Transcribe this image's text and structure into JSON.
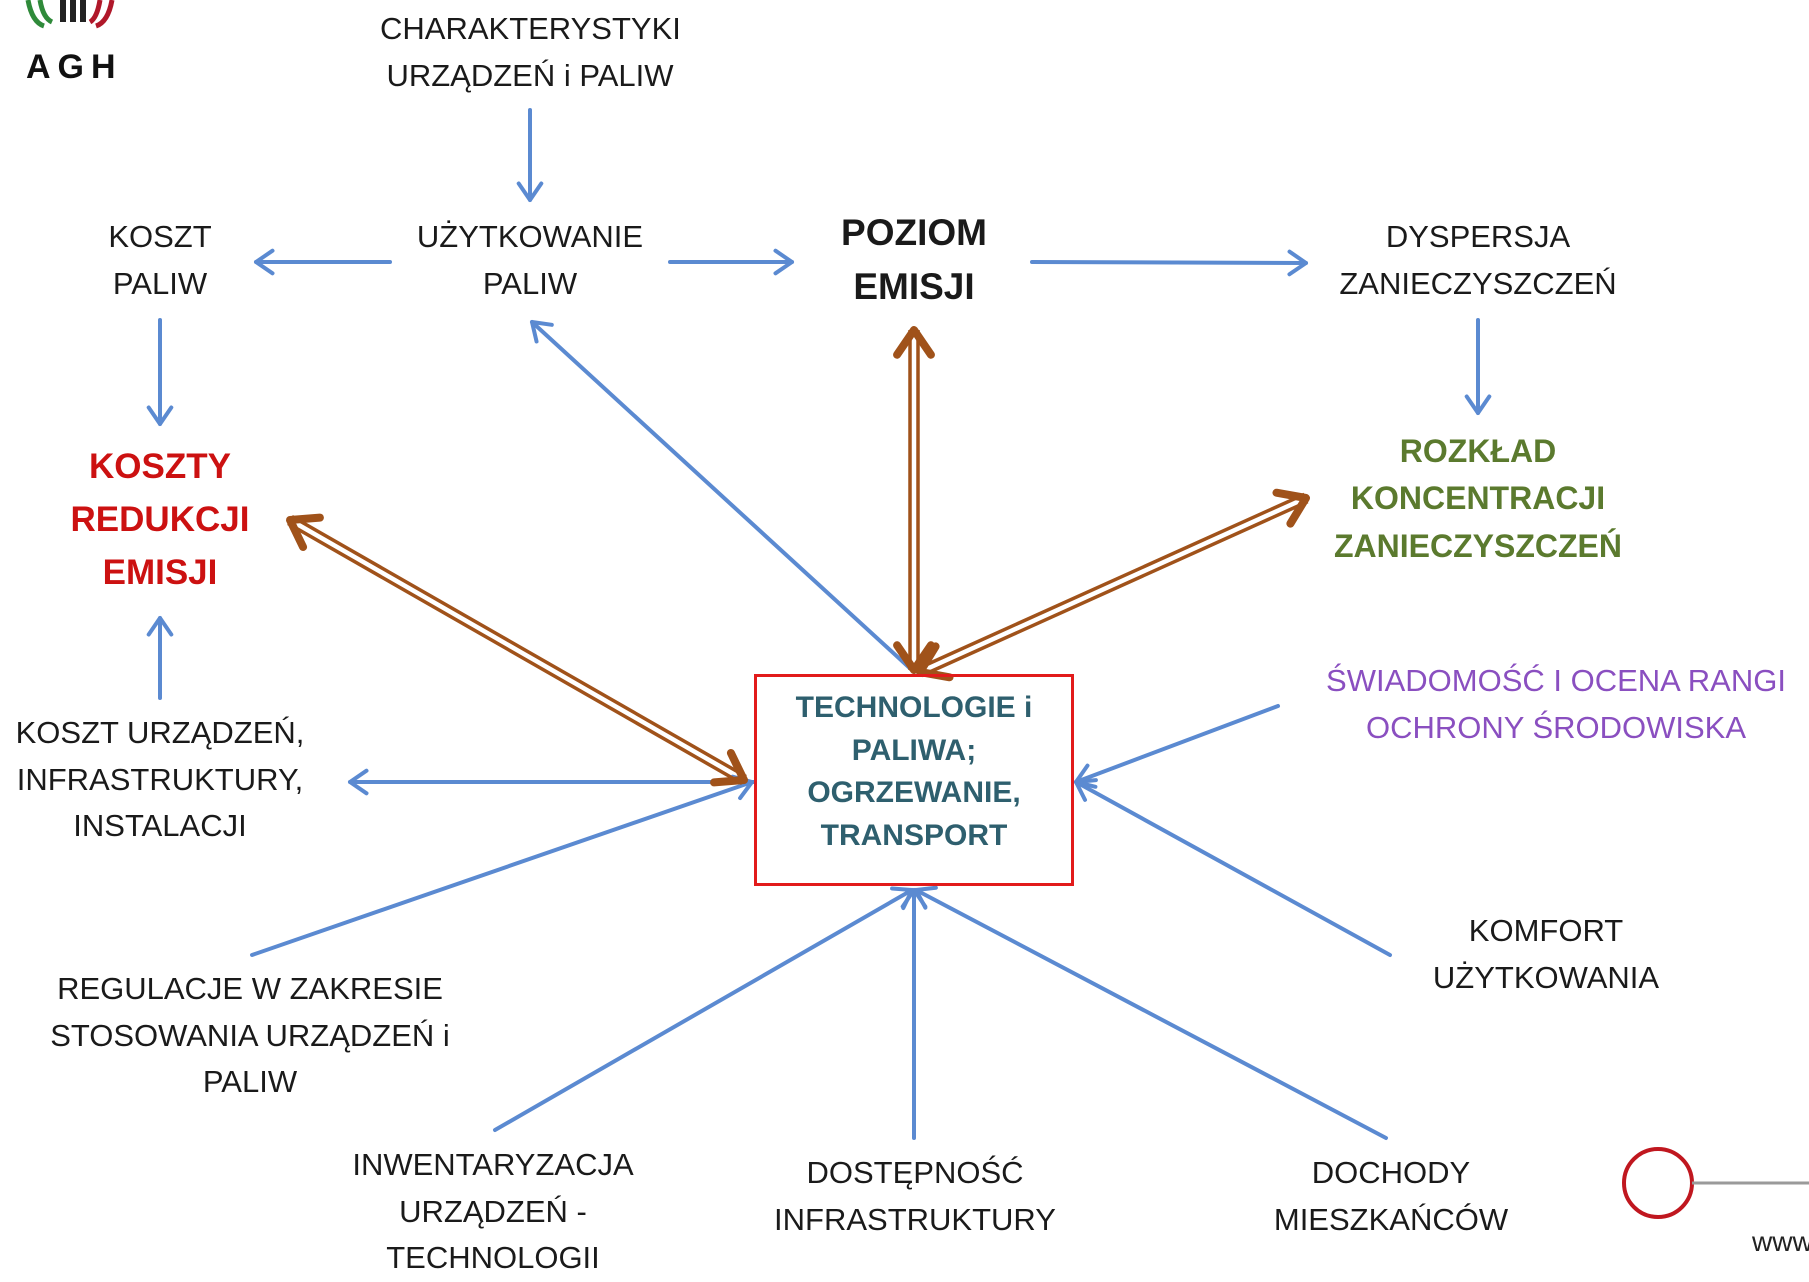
{
  "logo": {
    "text": "AGH"
  },
  "nodes": {
    "characteristics": [
      "CHARAKTERYSTYKI",
      "URZĄDZEŃ i PALIW"
    ],
    "fuel_use": [
      "UŻYTKOWANIE",
      "PALIW"
    ],
    "fuel_cost": [
      "KOSZT",
      "PALIW"
    ],
    "emission_level": [
      "POZIOM",
      "EMISJI"
    ],
    "dispersion": [
      "DYSPERSJA",
      "ZANIECZYSZCZEŃ"
    ],
    "reduction_costs": [
      "KOSZTY",
      "REDUKCJI",
      "EMISJI"
    ],
    "concentration": [
      "ROZKŁAD",
      "KONCENTRACJI",
      "ZANIECZYSZCZEŃ"
    ],
    "center": [
      "TECHNOLOGIE i",
      "PALIWA;",
      "OGRZEWANIE,",
      "TRANSPORT"
    ],
    "awareness": [
      "ŚWIADOMOŚĆ I OCENA RANGI",
      "OCHRONY ŚRODOWISKA"
    ],
    "equipment_cost": [
      "KOSZT URZĄDZEŃ,",
      "INFRASTRUKTURY,",
      "INSTALACJI"
    ],
    "comfort": [
      "KOMFORT",
      "UŻYTKOWANIA"
    ],
    "regulations": [
      "REGULACJE  W ZAKRESIE",
      "STOSOWANIA URZĄDZEŃ i",
      "PALIW"
    ],
    "inventory": [
      "INWENTARYZACJA",
      "URZĄDZEŃ -",
      "TECHNOLOGII"
    ],
    "infrastructure": [
      "DOSTĘPNOŚĆ",
      "INFRASTRUKTURY"
    ],
    "income": [
      "DOCHODY",
      "MIESZKAŃCÓW"
    ]
  },
  "corner_text": "www",
  "colors": {
    "blue_arrow": "#5b8ad1",
    "brown_arrow": "#a0521a",
    "box_border": "#e21b1b",
    "reduction_costs": "#cc1111",
    "concentration": "#5b7a2e",
    "awareness": "#8a4fc0",
    "center_text": "#2e5f6e"
  }
}
